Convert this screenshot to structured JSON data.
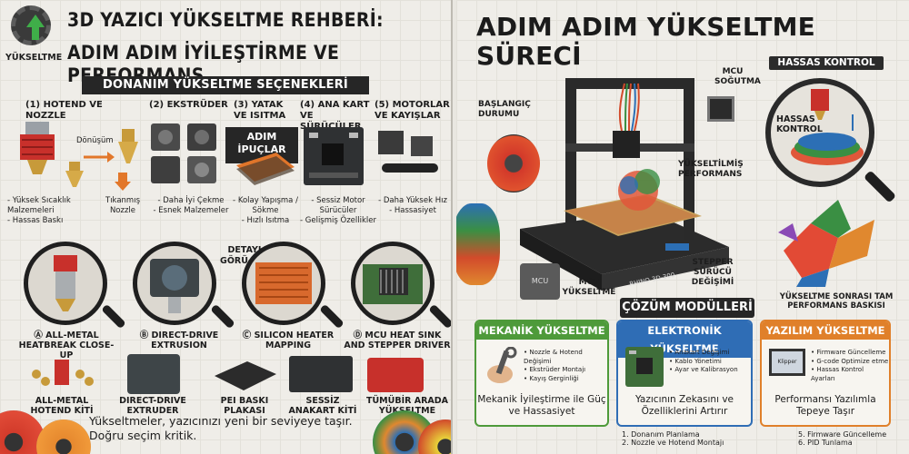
{
  "left": {
    "logo_text": "YÜKSELTME",
    "title_line1": "3D YAZICI YÜKSELTME REHBERİ:",
    "title_line2": "ADIM ADIM İYİLEŞTİRME VE PERFORMANS",
    "banner": "DONANIM YÜKSELTME SEÇENEKLERİ",
    "categories": [
      {
        "label": "(1) HOTEND VE NOZZLE"
      },
      {
        "label": "(2) EKSTRÜDER"
      },
      {
        "label": "(3) YATAK VE ISITMA"
      },
      {
        "label": "(4) ANA KART VE SÜRÜCÜLER"
      },
      {
        "label": "(5) MOTORLAR VE KAYIŞLAR"
      }
    ],
    "donusum": "Dönüşüm",
    "adim_ipuclari": "ADIM İPUÇLAR",
    "notes": {
      "hotend": "- Yüksek Sıcaklık Malzemeleri\n- Hassas Baskı",
      "nozzle": "Tıkanmış Nozzle",
      "extruder": "- Daha İyi Çekme\n- Esnek Malzemeler",
      "bed": "- Kolay Yapışma / Sökme\n- Hızlı Isıtma",
      "board": "- Sessiz Motor Sürücüler\n- Gelişmiş Özellikler",
      "motor": "- Daha Yüksek Hız\n- Hassasiyet"
    },
    "detail_label": "DETAYLI GÖRÜ-NÜM",
    "closeups": [
      {
        "label": "Ⓐ ALL-METAL HEATBREAK CLOSE-UP"
      },
      {
        "label": "Ⓑ DIRECT-DRIVE EXTRUSION"
      },
      {
        "label": "Ⓒ SILICON HEATER MAPPING"
      },
      {
        "label": "Ⓓ MCU HEAT SINK AND STEPPER DRIVER"
      }
    ],
    "kits": [
      {
        "label": "ALL-METAL HOTEND KİTİ"
      },
      {
        "label": "DIRECT-DRIVE EXTRUDER"
      },
      {
        "label": "PEI BASKI PLAKASI"
      },
      {
        "label": "SESSİZ ANAKART KİTİ"
      },
      {
        "label": "TÜMÜBİR ARADA YÜKSELTME"
      }
    ],
    "footer": "Yükseltmeler, yazıcınızı yeni bir seviyeye taşır. Doğru seçim kritik."
  },
  "right": {
    "title": "ADIM ADIM YÜKSELTME SÜRECİ",
    "hassas_chip": "HASSAS KONTROL",
    "labels": {
      "mcu_sogutma": "MCU SOĞUTMA",
      "baslangic": "BAŞLANGIÇ DURUMU",
      "hassas_kontrol": "HASSAS KONTROL",
      "yukseltilmis": "YÜKSELTİLMİŞ PERFORMANS",
      "stepper": "STEPPER SÜRÜCÜ DEĞİŞİMİ",
      "mcu_yukseltme": "MCU YÜKSELTME",
      "printer_brand": "RHINO 3D-300",
      "mcu_box": "MCU",
      "sonrasi": "YÜKSELTME SONRASI TAM PERFORMANS BASKISI"
    },
    "modules_title": "ÇÖZÜM MODÜLLERİ",
    "modules": [
      {
        "title": "MEKANİK YÜKSELTME",
        "items": [
          "Nozzle & Hotend Değişimi",
          "Ekstrüder Montajı",
          "Kayış Gerginliği"
        ],
        "footer": "Mekanik İyileştirme ile Güç ve Hassasiyet"
      },
      {
        "title": "ELEKTRONİK YÜKSELTME",
        "items": [
          "Anakart Değişimi",
          "Kablo Yönetimi",
          "Ayar ve Kalibrasyon"
        ],
        "footer": "Yazıcının Zekasını ve Özelliklerini Artırır"
      },
      {
        "title": "YAZILIM YÜKSELTME",
        "items": [
          "Firmware Güncelleme",
          "G-code Optimize etme",
          "Hassas Kontrol Ayarları"
        ],
        "footer": "Performansı Yazılımla Tepeye Taşır",
        "screen_label": "Klipper"
      }
    ],
    "steps_col1": [
      "1. Donanım Planlama",
      "2. Nozzle ve Hotend Montajı"
    ],
    "steps_col2": [
      "5. Firmware Güncelleme",
      "6. PID Tunlama"
    ]
  },
  "colors": {
    "mechanical": "#4e9a3a",
    "electronic": "#2f6db5",
    "software": "#e0802a",
    "dark": "#262626"
  }
}
